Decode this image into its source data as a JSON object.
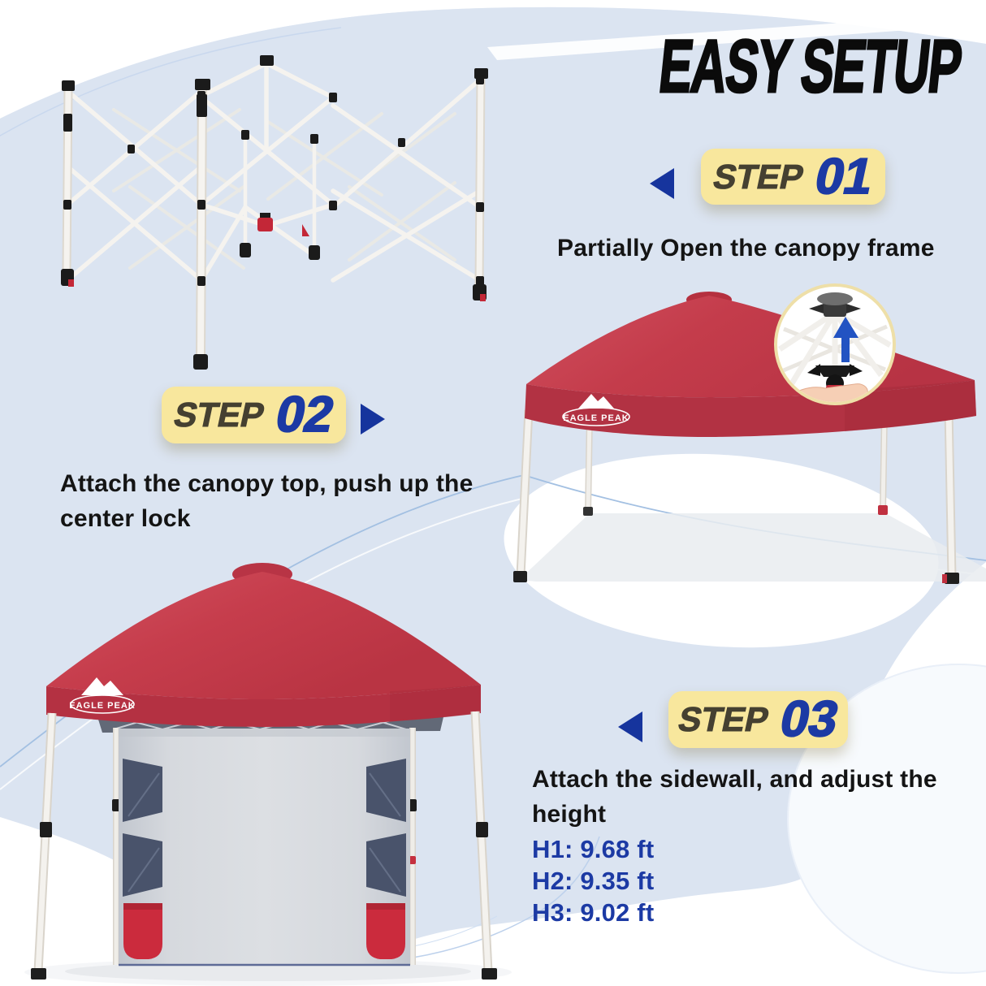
{
  "title": "EASY SETUP",
  "brand": "EAGLE PEAK",
  "steps": [
    {
      "label": "STEP",
      "number": "01",
      "arrow": "left",
      "description": "Partially Open the canopy frame"
    },
    {
      "label": "STEP",
      "number": "02",
      "arrow": "right",
      "description": "Attach the canopy top, push up the center lock"
    },
    {
      "label": "STEP",
      "number": "03",
      "arrow": "left",
      "description": "Attach the sidewall, and adjust the height"
    }
  ],
  "heights": {
    "items": [
      "H1: 9.68 ft",
      "H2: 9.35 ft",
      "H3: 9.02 ft"
    ]
  },
  "icons": {
    "step_arrow": "solid-triangle",
    "inset_arrow": "arrow-up"
  },
  "colors": {
    "background_blue": "#dbe4f1",
    "badge_yellow": "#f8e79d",
    "step_label": "#454031",
    "accent_blue": "#1c3aa4",
    "canopy_red": "#c43c4b",
    "valance_red": "#b23243",
    "sidewall_gray": "#d2d6dc",
    "window_gray": "#49536b",
    "pocket_red": "#cb2b3d",
    "frame_white": "#f5f3ef"
  }
}
